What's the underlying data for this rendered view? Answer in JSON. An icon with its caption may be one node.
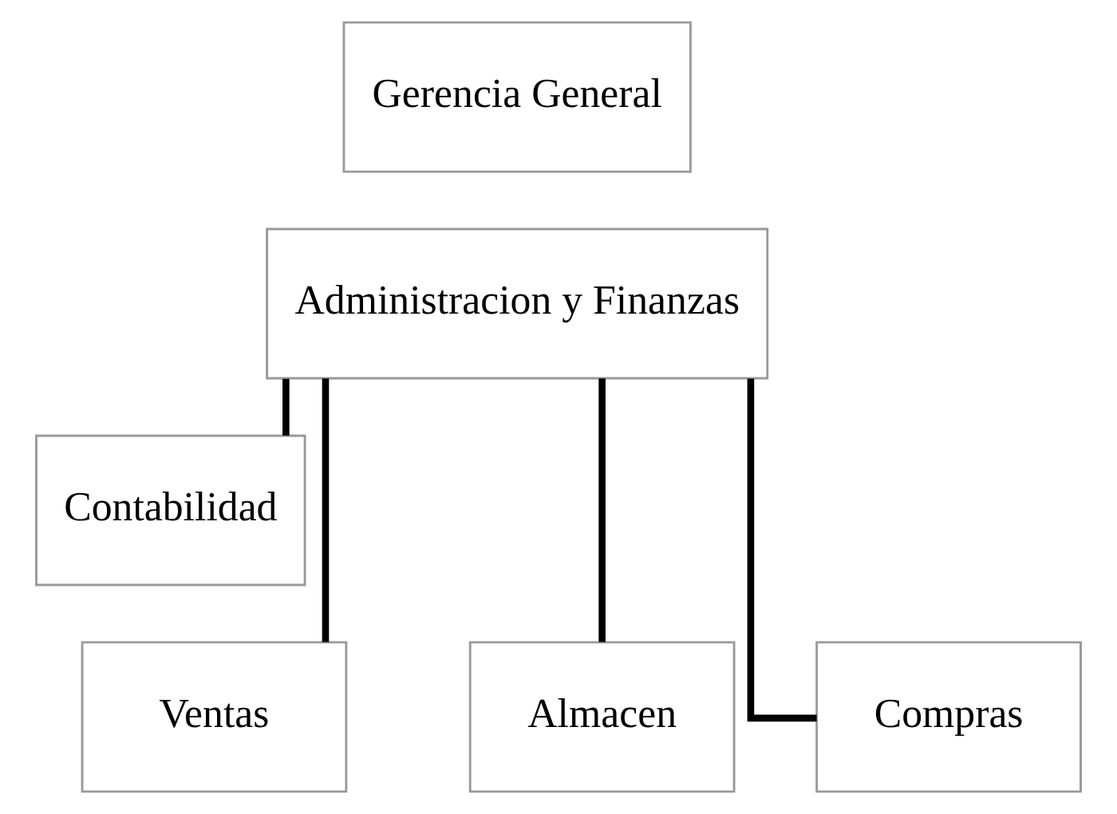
{
  "diagram": {
    "nodes": [
      {
        "text": [
          "Gerencia General"
        ]
      },
      {
        "text": [
          "Administracion y Finanzas"
        ]
      },
      {
        "text": [
          "Contabilidad"
        ]
      },
      {
        "text": [
          "Almacen"
        ]
      },
      {
        "text": [
          "Ventas"
        ]
      },
      {
        "text": [
          "Compras"
        ]
      }
    ],
    "edges": [
      {
        "from": 1,
        "to": 2,
        "arrow": "none"
      },
      {
        "from": 1,
        "to": 3,
        "arrow": "none"
      },
      {
        "from": 1,
        "to": 4,
        "arrow": "none"
      },
      {
        "from": 1,
        "to": 5,
        "arrow": "none"
      }
    ]
  }
}
